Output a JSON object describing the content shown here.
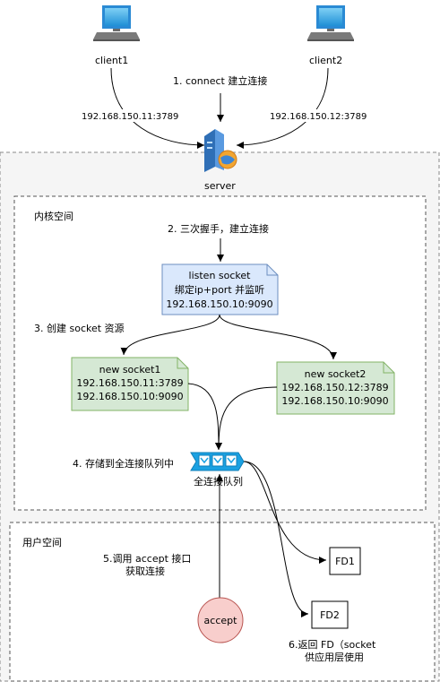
{
  "nodes": {
    "client1_label": "client1",
    "client2_label": "client2",
    "server_label": "server",
    "listen_socket": [
      "listen socket",
      "绑定ip+port 并监听",
      "192.168.150.10:9090"
    ],
    "socket1": [
      "new  socket1",
      "192.168.150.11:3789",
      "192.168.150.10:9090"
    ],
    "socket2": [
      "new socket2",
      "192.168.150.12:3789",
      "192.168.150.10:9090"
    ],
    "queue_label": "全连接队列",
    "fd1": "FD1",
    "fd2": "FD2",
    "accept": "accept"
  },
  "regions": {
    "kernel": "内核空间",
    "user": "用户空间"
  },
  "edge_labels": {
    "client1_ip": "192.168.150.11:3789",
    "client2_ip": "192.168.150.12:3789"
  },
  "steps": {
    "s1": "1. connect 建立连接",
    "s2": "2. 三次握手，建立连接",
    "s3": "3. 创建 socket 资源",
    "s4": "4. 存储到全连接队列中",
    "s5": [
      "5.调用 accept 接口",
      "获取连接"
    ],
    "s6": [
      "6.返回 FD（socket",
      "供应用层使用"
    ]
  },
  "colors": {
    "note_blue": "#dae8fc",
    "note_blue_stroke": "#6c8ebf",
    "note_green": "#d5e8d4",
    "note_green_stroke": "#82b366",
    "accept_fill": "#f8cecc",
    "accept_stroke": "#b85450",
    "queue_blue": "#1ba1e2"
  }
}
